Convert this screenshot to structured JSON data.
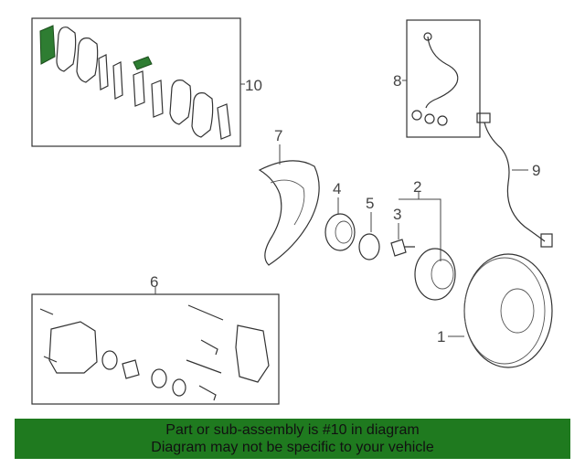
{
  "colors": {
    "banner_background": "#1f7a1f",
    "highlight": "#2e7d32",
    "line": "#333333"
  },
  "callouts": {
    "c1": "1",
    "c2": "2",
    "c3": "3",
    "c4": "4",
    "c5": "5",
    "c6": "6",
    "c7": "7",
    "c8": "8",
    "c9": "9",
    "c10": "10"
  },
  "banner": {
    "line1": "Part or sub-assembly is #10 in diagram",
    "line2": "Diagram may not be specific to your vehicle"
  }
}
